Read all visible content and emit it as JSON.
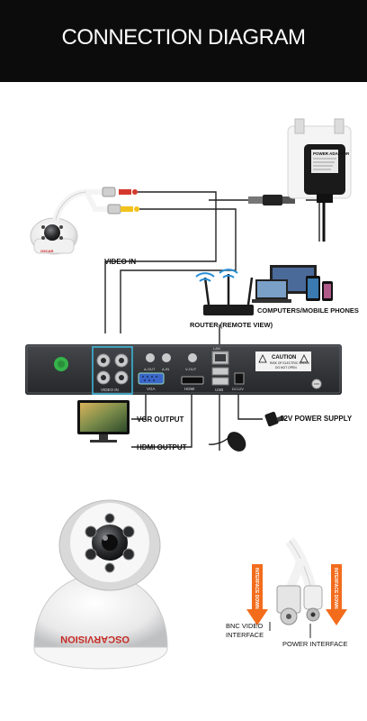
{
  "header": {
    "title": "CONNECTION DIAGRAM"
  },
  "labels": {
    "video_in": "VIDEO IN",
    "router": "ROUTER (REMOTE VIEW)",
    "computers": "COMPUTERS/MOBILE PHONES",
    "vga_output": "VGR OUTPUT",
    "hdmi_output": "HDMI OUTPUT",
    "power_supply": "12V POWER SUPPLY",
    "bnc_interface_line1": "BNC VIDEO",
    "bnc_interface_line2": "INTERFACE",
    "power_interface": "POWER INTERFACE",
    "interface_down_left": "INTERFACE DOWN",
    "interface_down_right": "INTERFACE DOWN"
  },
  "adapter": {
    "brand": "POWER ADAPTOR"
  },
  "dvr": {
    "caution_title": "CAUTION",
    "caution_line1": "RISK OF ELECTRIC SHOCK",
    "caution_line2": "DO NOT OPEN",
    "port_video_in": "VIDEO IN",
    "port_vga": "VGA",
    "port_hdmi": "HDMI",
    "port_lan": "LAN",
    "port_usb": "USB",
    "port_dc": "DC12V",
    "port_a_out": "A-OUT",
    "port_a_in": "A-IN",
    "port_v_out": "V-OUT"
  },
  "camera": {
    "brand": "OSCARVISION"
  },
  "colors": {
    "header_bg": "#0c0c0c",
    "dvr_body": "#2e3033",
    "highlight": "#3cb4d8",
    "arrow_orange": "#f26c1c"
  }
}
